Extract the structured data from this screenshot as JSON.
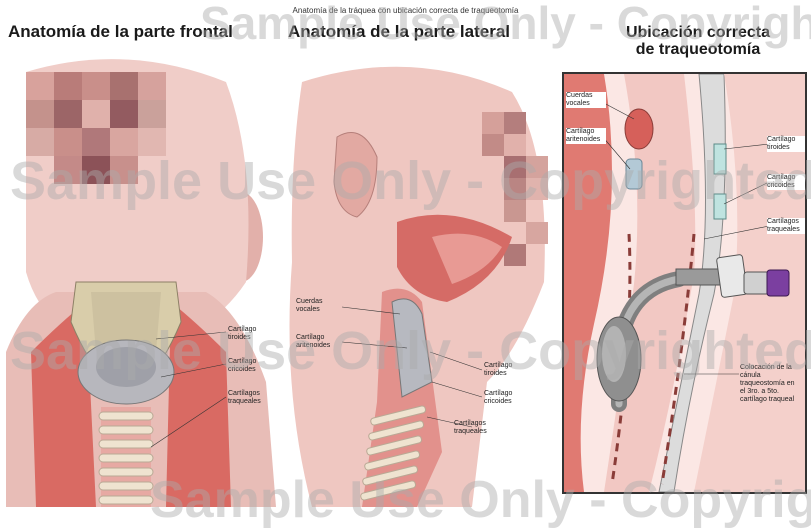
{
  "top_caption": "Anatomía de la tráquea con ubicación correcta de traqueotomía",
  "panels": [
    {
      "title": "Anatomía de la parte frontal"
    },
    {
      "title": "Anatomía de la parte lateral"
    },
    {
      "title_line1": "Ubicación correcta",
      "title_line2": "de traqueotomía"
    }
  ],
  "labels": {
    "front": [
      "Cartílago tiroides",
      "Cartílago cricoides",
      "Cartílagos traqueales"
    ],
    "lateral": [
      "Cuerdas vocales",
      "Cartílago aritenoides",
      "Cartílago tiroides",
      "Cartílago cricoides",
      "Cartílagos traqueales"
    ],
    "placement_left": [
      "Cuerdas vocales",
      "Cartílago aritenoides"
    ],
    "placement_right": [
      "Cartílago tiroides",
      "Cartílago cricoides",
      "Cartílagos traqueales"
    ],
    "placement_note": "Colocación de la cánula traqueostomía en el 3ro. a 5to. cartílago traqueal"
  },
  "watermark": "Sample Use Only - Copyrighted",
  "colors": {
    "skin": "#ecc5c0",
    "muscle": "#d9534f",
    "cartilage": "#d8d2c4",
    "tube_gray": "#9a9a9a",
    "connector_purple": "#7b3fa0"
  }
}
